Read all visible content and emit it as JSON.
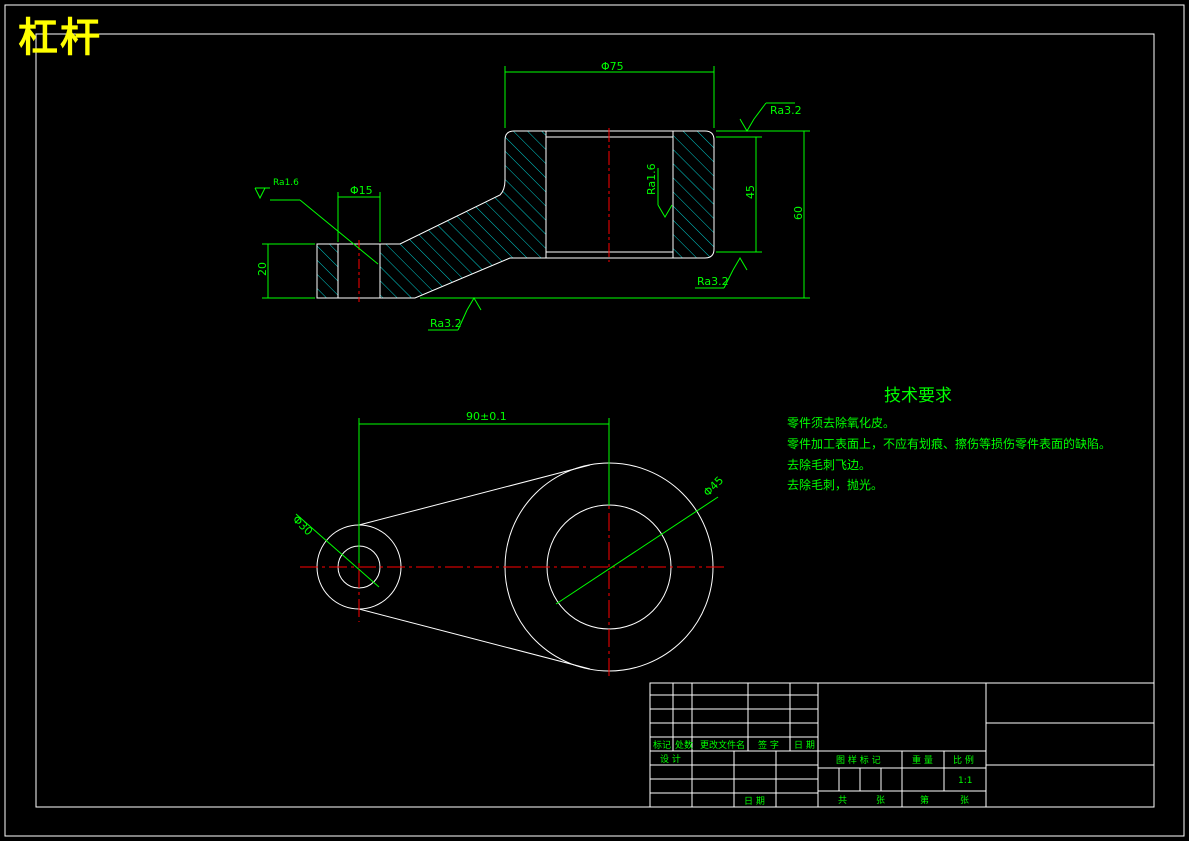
{
  "title": "杠杆",
  "dimensions": {
    "d75": "Φ75",
    "d15": "Φ15",
    "h20": "20",
    "h45": "45",
    "h60": "60",
    "center_distance": "90±0.1",
    "d30": "Φ30",
    "d45": "Φ45"
  },
  "roughness": {
    "top_right": "Ra3.2",
    "left_hole": "Ra1.6",
    "bore": "Ra1.6",
    "bottom_right": "Ra3.2",
    "bottom": "Ra3.2"
  },
  "tech_requirements": {
    "heading": "技术要求",
    "items": [
      "零件须去除氧化皮。",
      "零件加工表面上，不应有划痕、擦伤等损伤零件表面的缺陷。",
      "去除毛刺飞边。",
      "去除毛刺，抛光。"
    ]
  },
  "title_block": {
    "mark": "标记",
    "count": "处数",
    "doc_no": "更改文件名",
    "sign": "签 字",
    "date": "日 期",
    "design": "设 计",
    "approve_date": "日 期",
    "stage_mark": "图 样 标 记",
    "weight": "重 量",
    "scale": "比 例",
    "scale_value": "1:1",
    "sheets_total": "共",
    "sheet_label": "张",
    "sheet_no": "第",
    "sheet_label2": "张"
  },
  "colors": {
    "outline": "#ffffff",
    "dimension": "#00ff00",
    "center_line": "#ff0000",
    "hatch": "#00cccc",
    "title": "#ffff00"
  }
}
